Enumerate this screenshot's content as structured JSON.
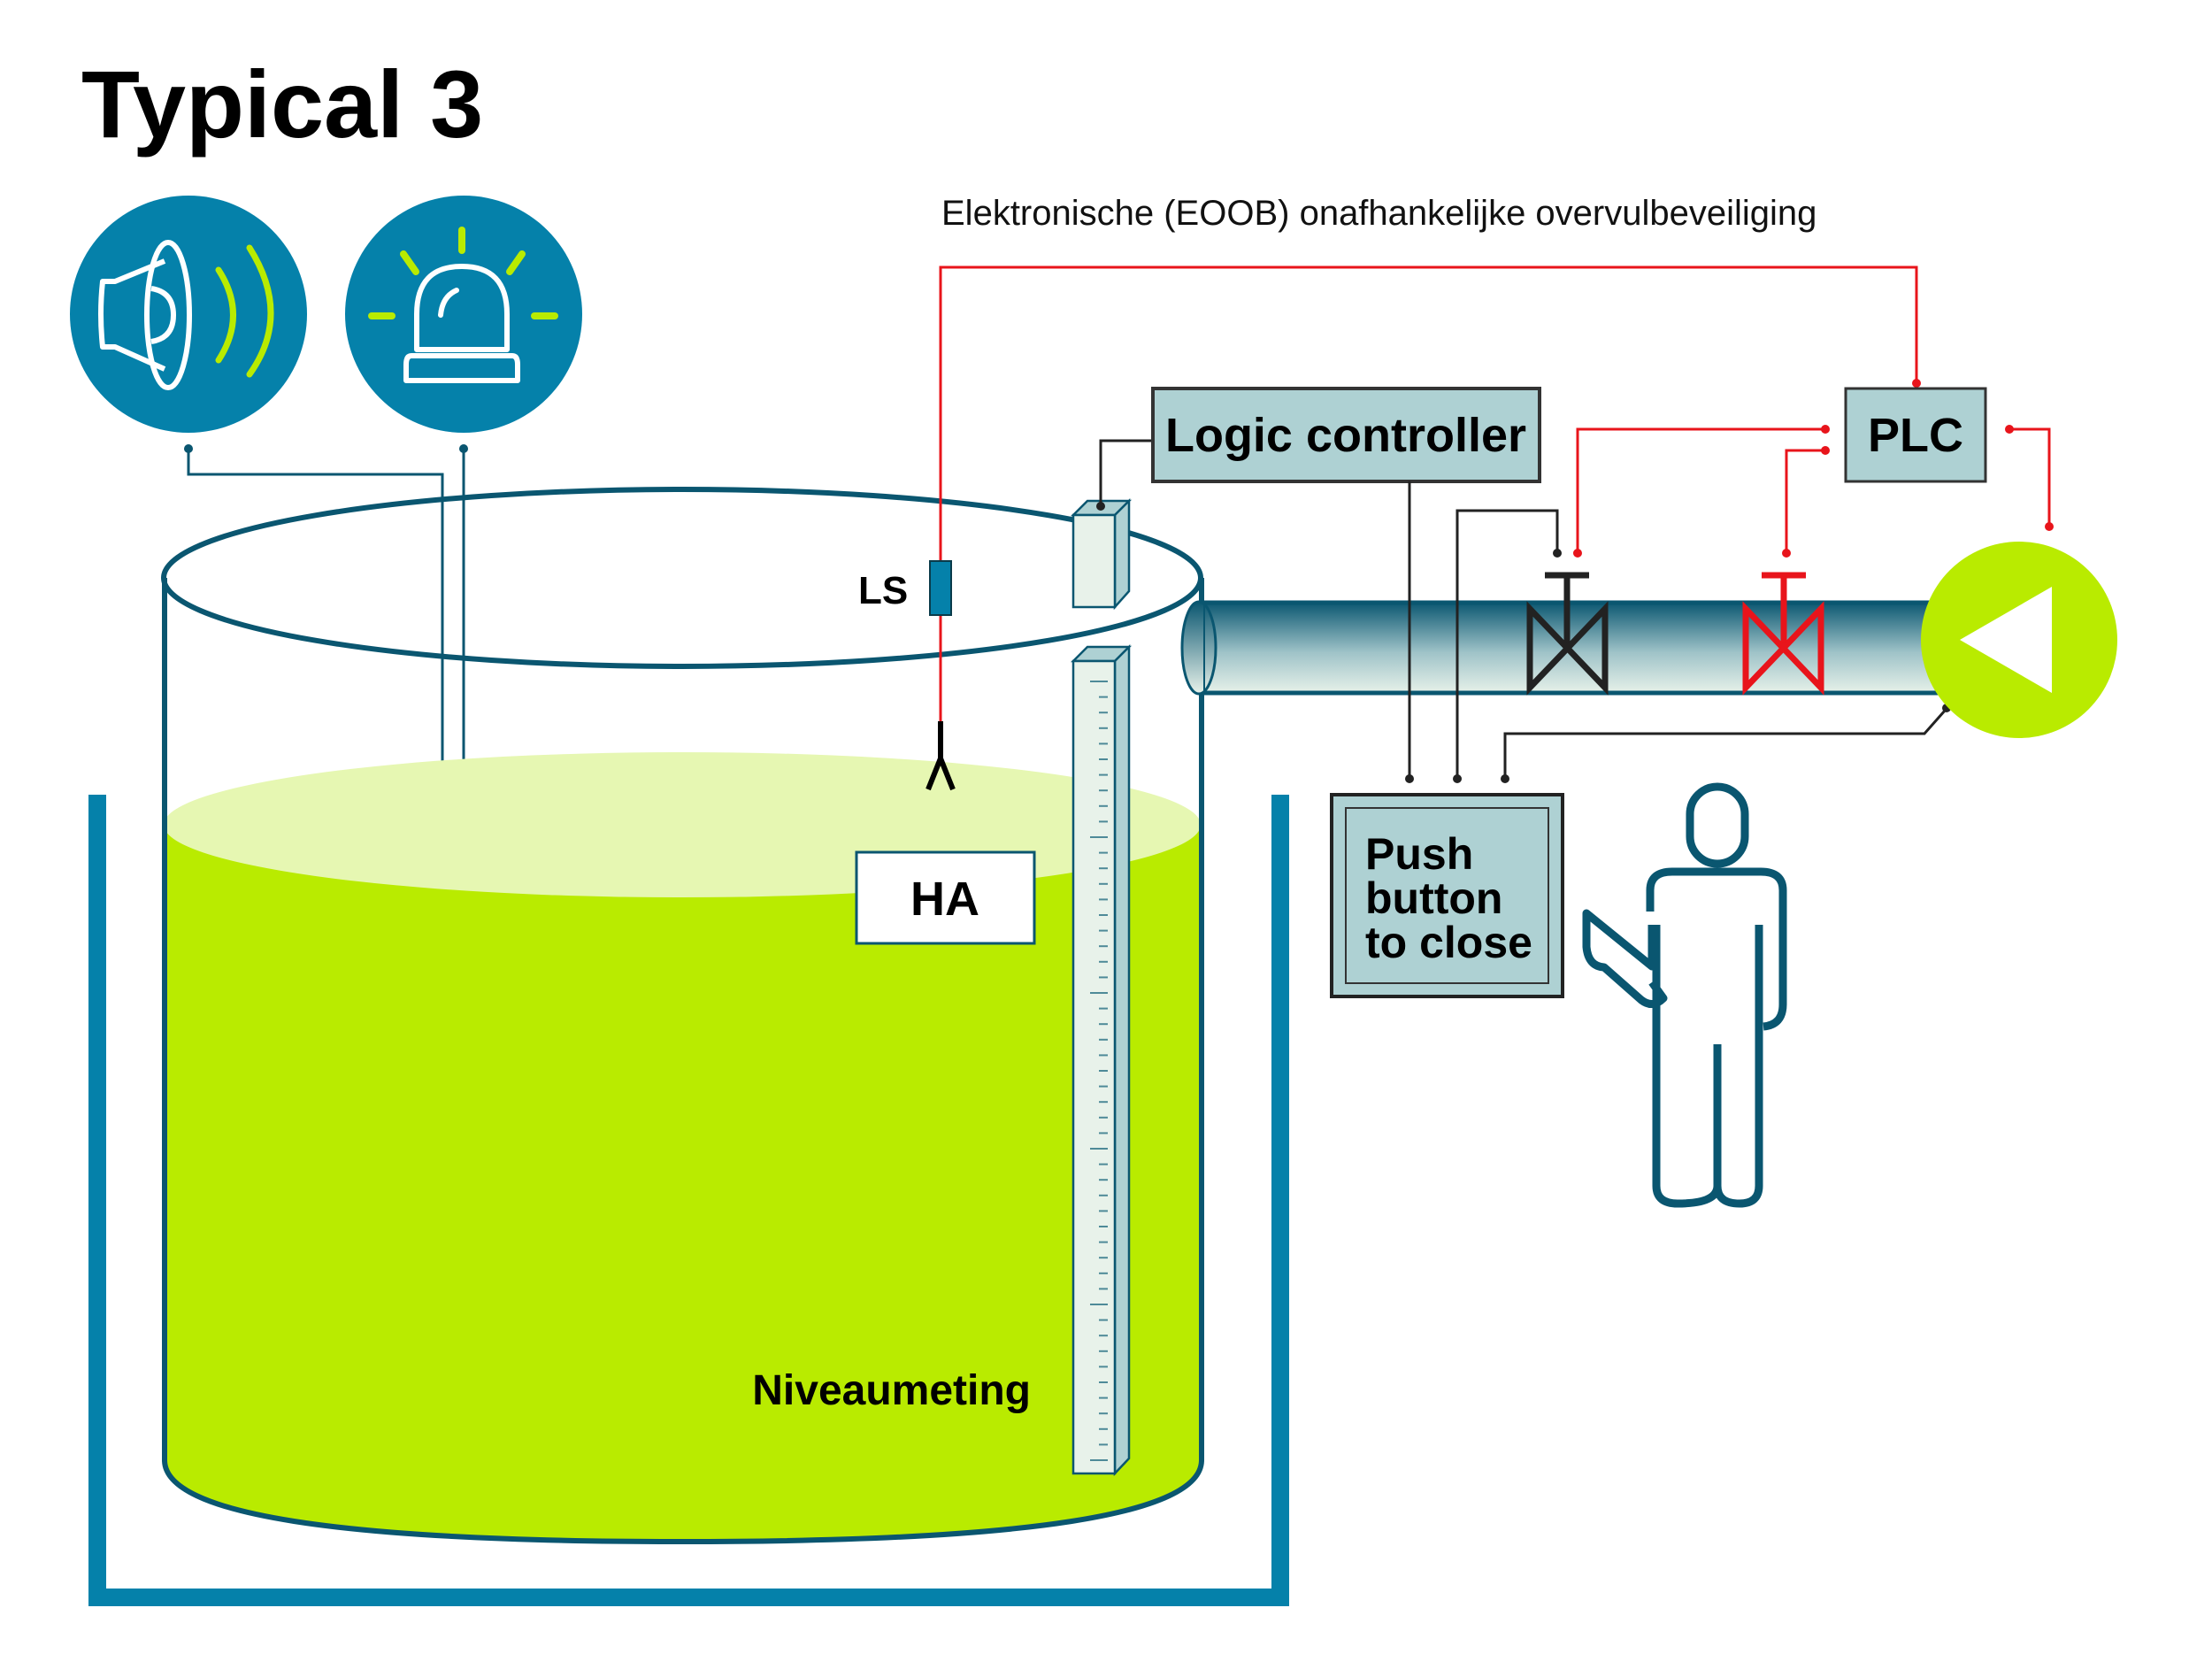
{
  "title": "Typical 3",
  "subtitle": "Elektronische (EOOB) onafhankelijke overvulbeveiliging",
  "icons": {
    "horn": "speaker-horn-icon",
    "beacon": "alarm-beacon-icon",
    "pump": "pump-icon",
    "person": "operator-person-icon"
  },
  "components": {
    "logic_controller": "Logic controller",
    "plc": "PLC",
    "level_switch": "LS",
    "high_alarm": "HA",
    "push_button": [
      "Push",
      "button",
      "to close"
    ],
    "level_measurement": "Niveaumeting"
  },
  "colors": {
    "teal_dark": "#0a5670",
    "teal_icon": "#0581aa",
    "lime": "#b9eb00",
    "lime_light": "#e6f7b2",
    "box_fill": "#aed1d3",
    "red_signal": "#e8141b",
    "black_signal": "#222222"
  }
}
